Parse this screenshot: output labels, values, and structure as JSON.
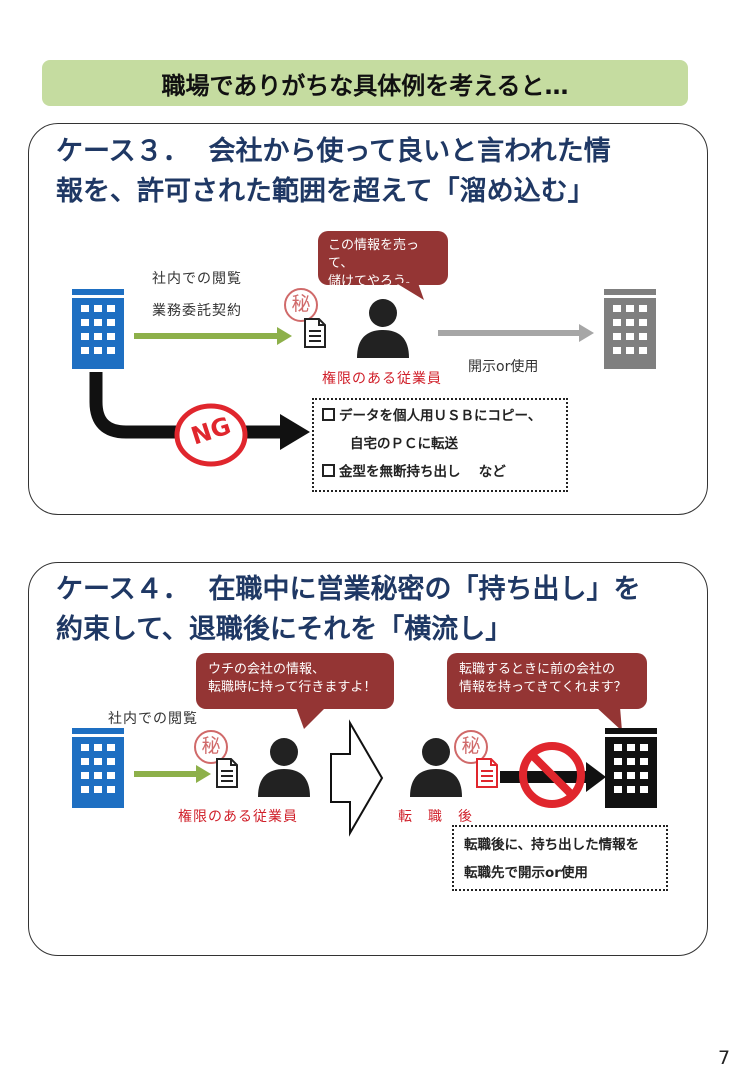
{
  "banner": "職場でありがちな具体例を考えると…",
  "case3": {
    "title_line1": "ケース３．  会社から使って良いと言われた情",
    "title_line2": "報を、許可された範囲を超えて「溜め込む」",
    "label_view": "社内での閲覧",
    "label_contract": "業務委託契約",
    "secret_mark": "秘",
    "bubble_line1": "この情報を売って、",
    "bubble_line2": "儲けてやろう。",
    "employee_label": "権限のある従業員",
    "disclose_label": "開示or使用",
    "ng_label": "NG",
    "box_line1": "データを個人用ＵＳＢにコピー、",
    "box_line2": "自宅のＰＣに転送",
    "box_line3": "金型を無断持ち出し　 など"
  },
  "case4": {
    "title_line1": "ケース４．  在職中に営業秘密の「持ち出し」を",
    "title_line2": "約束して、退職後にそれを「横流し」",
    "label_view": "社内での閲覧",
    "secret_mark": "秘",
    "bubble1_line1": "ウチの会社の情報、",
    "bubble1_line2": "転職時に持って行きますよ！",
    "bubble2_line1": "転職するときに前の会社の",
    "bubble2_line2": "情報を持ってきてくれます？",
    "employee_label": "権限のある従業員",
    "after_label": "転　職　後",
    "box_line1": "転職後に、持ち出した情報を",
    "box_line2": "転職先で開示or使用"
  },
  "page_number": "7",
  "colors": {
    "banner": "#c5dca0",
    "title": "#1f3864",
    "bubble": "#943534",
    "accent_red": "#d0202a",
    "blue_building": "#1e6fc2",
    "gray_building": "#7f7f7f",
    "green_arrow": "#8db04a"
  }
}
